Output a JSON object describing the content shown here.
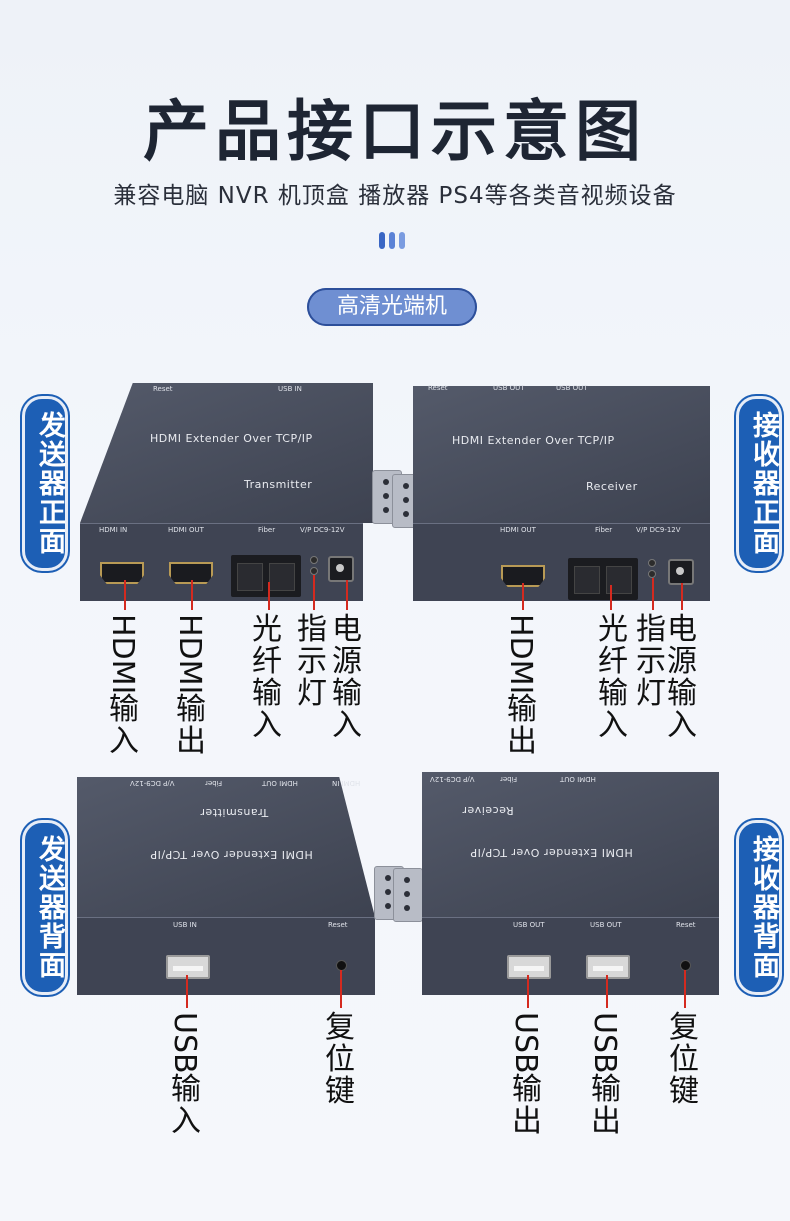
{
  "title": "产品接口示意图",
  "subtitle": "兼容电脑  NVR 机顶盒 播放器 PS4等各类音视频设备",
  "pill": "高清光端机",
  "side_labels": {
    "tx_front": "发送器正面",
    "rx_front": "接收器正面",
    "tx_back": "发送器背面",
    "rx_back": "接收器背面"
  },
  "device": {
    "model_text": "HDMI Extender Over TCP/IP",
    "transmitter": "Transmitter",
    "receiver": "Receiver",
    "ports": {
      "hdmi_in": "HDMI IN",
      "hdmi_out": "HDMI OUT",
      "fiber": "Fiber",
      "power": "V/P  DC9-12V",
      "usb_in": "USB IN",
      "usb_out": "USB OUT",
      "reset": "Reset"
    }
  },
  "callouts": {
    "tx_front": {
      "hdmi_in": {
        "en": "HDMI",
        "zh": "输入"
      },
      "hdmi_out": {
        "en": "HDMI",
        "zh": "输出"
      },
      "fiber": "光纤输入",
      "led": "指示灯",
      "power": "电源输入"
    },
    "rx_front": {
      "hdmi_out": {
        "en": "HDMI",
        "zh": "输出"
      },
      "fiber": "光纤输入",
      "led": "指示灯",
      "power": "电源输入"
    },
    "tx_back": {
      "usb_in": {
        "en": "USB",
        "zh": "输入"
      },
      "reset": "复位键"
    },
    "rx_back": {
      "usb_out_1": {
        "en": "USB",
        "zh": "输出"
      },
      "usb_out_2": {
        "en": "USB",
        "zh": "输出"
      },
      "reset": "复位键"
    }
  },
  "colors": {
    "accent": "#1d5fb5",
    "pill": "#6f8fd2",
    "callout_line": "#d42a1f",
    "device_body": "#3f4453"
  }
}
